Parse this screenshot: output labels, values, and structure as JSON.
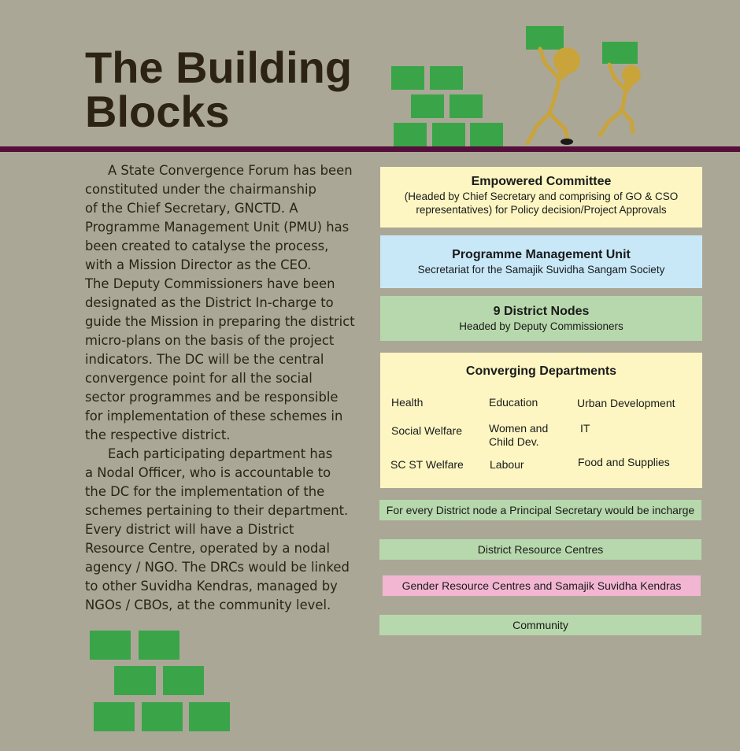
{
  "title_line1": "The Building",
  "title_line2": "Blocks",
  "paragraph1": "A State Convergence Forum has been\nconstituted under the chairmanship\nof the Chief Secretary, GNCTD. A\nProgramme Management Unit (PMU) has\nbeen created to catalyse the process,\nwith a Mission Director as the CEO.\nThe Deputy Commissioners have been\ndesignated as the District In-charge to\nguide the Mission in preparing the district\nmicro-plans on the basis of the project\nindicators. The DC will be the central\nconvergence point for all the social\nsector programmes and be responsible\nfor implementation of these schemes in\nthe respective district.",
  "paragraph2": "Each participating department has\na Nodal Officer, who is accountable to\nthe DC for the implementation of the\nschemes pertaining to their department.\nEvery district will have a District\nResource Centre, operated by a nodal\nagency / NGO. The DRCs would be linked\nto other Suvidha Kendras, managed by\nNGOs / CBOs, at the community level.",
  "empowered": {
    "title": "Empowered Committee",
    "subtitle": "(Headed by Chief Secretary and comprising of GO & CSO\nrepresentatives) for Policy decision/Project Approvals"
  },
  "pmu": {
    "title": "Programme Management Unit",
    "subtitle": "Secretariat for the Samajik Suvidha Sangam Society"
  },
  "district_nodes": {
    "title": "9 District Nodes",
    "subtitle": "Headed by Deputy Commissioners"
  },
  "converging": {
    "title": "Converging Departments",
    "departments": [
      "Health",
      "Education",
      "Urban Development",
      "Social Welfare",
      "Women and\nChild  Dev.",
      "IT",
      "SC ST Welfare",
      "Labour",
      "Food and Supplies"
    ]
  },
  "strips": {
    "principal_secretary": "For every District node a Principal Secretary would be incharge",
    "drc": "District Resource Centres",
    "gender": "Gender Resource Centres and Samajik Suvidha Kendras",
    "community": "Community"
  },
  "colors": {
    "background": "#aba797",
    "divider": "#560e3b",
    "brick": "#3aa548",
    "figure": "#c9a43a",
    "yellow_box": "#fdf6c2",
    "blue_box": "#c8e8f8",
    "green_box": "#b7d8ac",
    "pink_box": "#f3b6d2"
  }
}
